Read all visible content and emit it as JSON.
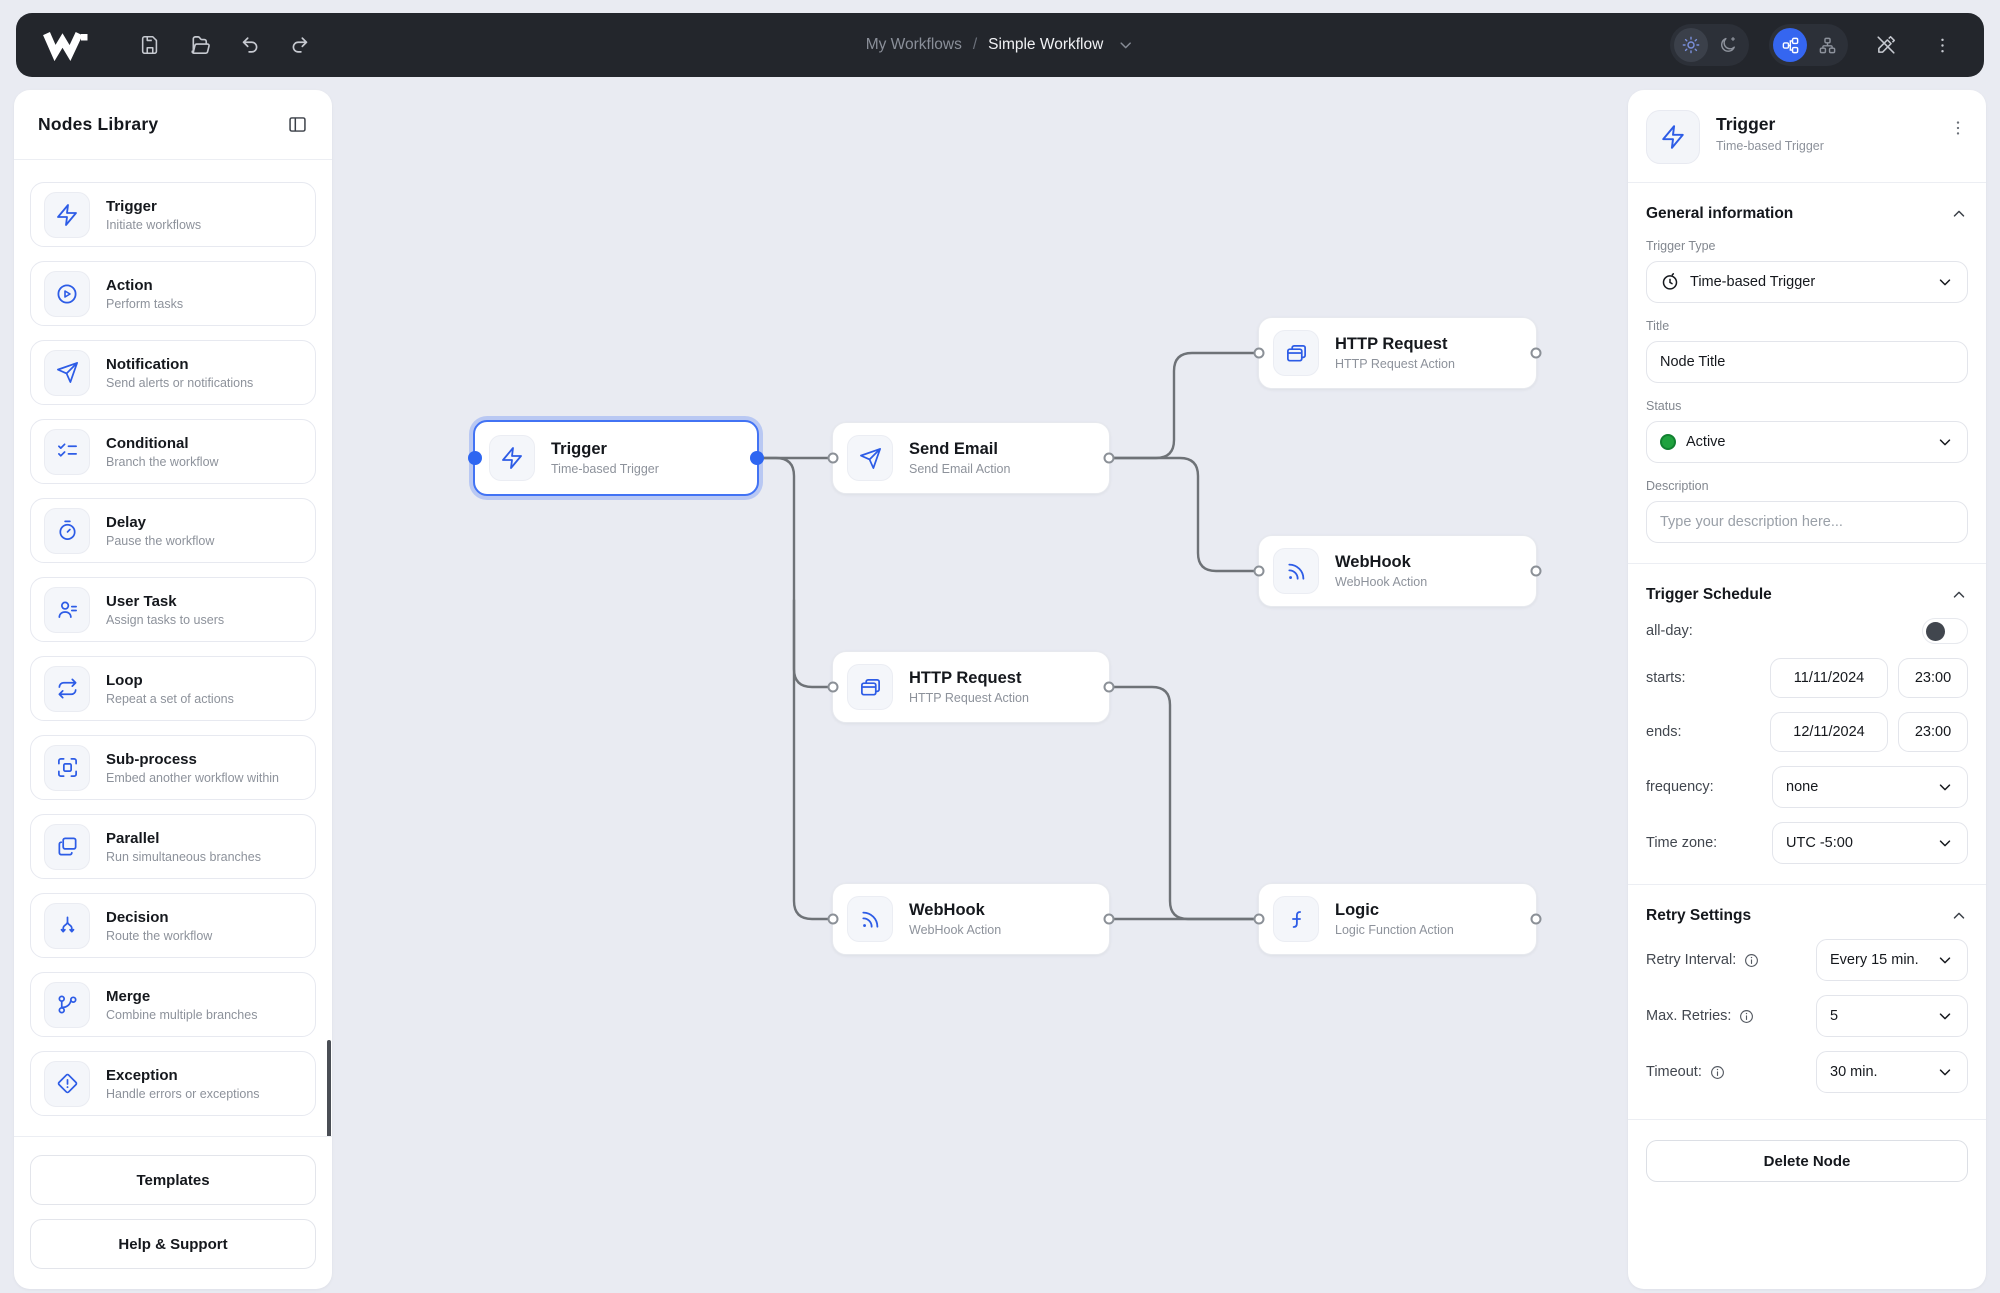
{
  "topbar": {
    "breadcrumb": {
      "parent": "My Workflows",
      "separator": "/",
      "current": "Simple Workflow"
    }
  },
  "sidebar": {
    "title": "Nodes Library",
    "items": [
      {
        "label": "Trigger",
        "desc": "Initiate workflows",
        "icon": "zap-icon"
      },
      {
        "label": "Action",
        "desc": "Perform tasks",
        "icon": "play-circle-icon"
      },
      {
        "label": "Notification",
        "desc": "Send alerts or notifications",
        "icon": "send-icon"
      },
      {
        "label": "Conditional",
        "desc": "Branch the workflow",
        "icon": "checklist-icon"
      },
      {
        "label": "Delay",
        "desc": "Pause the workflow",
        "icon": "timer-icon"
      },
      {
        "label": "User Task",
        "desc": "Assign tasks to users",
        "icon": "user-task-icon"
      },
      {
        "label": "Loop",
        "desc": "Repeat a set of actions",
        "icon": "loop-icon"
      },
      {
        "label": "Sub-process",
        "desc": "Embed another workflow within",
        "icon": "subprocess-icon"
      },
      {
        "label": "Parallel",
        "desc": "Run simultaneous branches",
        "icon": "parallel-icon"
      },
      {
        "label": "Decision",
        "desc": "Route the workflow",
        "icon": "decision-icon"
      },
      {
        "label": "Merge",
        "desc": "Combine multiple branches",
        "icon": "merge-icon"
      },
      {
        "label": "Exception",
        "desc": "Handle errors or exceptions",
        "icon": "exception-icon"
      }
    ],
    "footer": {
      "templates": "Templates",
      "help": "Help & Support"
    }
  },
  "canvas": {
    "nodes": [
      {
        "title": "Trigger",
        "subtitle": "Time-based Trigger",
        "selected": true,
        "icon": "zap-icon"
      },
      {
        "title": "Send Email",
        "subtitle": "Send Email Action",
        "selected": false,
        "icon": "send-icon"
      },
      {
        "title": "HTTP Request",
        "subtitle": "HTTP Request Action",
        "selected": false,
        "icon": "window-icon"
      },
      {
        "title": "WebHook",
        "subtitle": "WebHook Action",
        "selected": false,
        "icon": "rss-icon"
      },
      {
        "title": "HTTP Request",
        "subtitle": "HTTP Request Action",
        "selected": false,
        "icon": "window-icon"
      },
      {
        "title": "WebHook",
        "subtitle": "WebHook Action",
        "selected": false,
        "icon": "rss-icon"
      },
      {
        "title": "Logic",
        "subtitle": "Logic Function Action",
        "selected": false,
        "icon": "function-icon"
      }
    ]
  },
  "inspector": {
    "header": {
      "title": "Trigger",
      "subtitle": "Time-based Trigger"
    },
    "general": {
      "section_title": "General information",
      "trigger_type_label": "Trigger Type",
      "trigger_type_value": "Time-based Trigger",
      "title_label": "Title",
      "title_value": "Node Title",
      "status_label": "Status",
      "status_value": "Active",
      "description_label": "Description",
      "description_placeholder": "Type your description here..."
    },
    "schedule": {
      "section_title": "Trigger Schedule",
      "all_day_label": "all-day:",
      "all_day_on": false,
      "starts_label": "starts:",
      "starts_date": "11/11/2024",
      "starts_time": "23:00",
      "ends_label": "ends:",
      "ends_date": "12/11/2024",
      "ends_time": "23:00",
      "frequency_label": "frequency:",
      "frequency_value": "none",
      "timezone_label": "Time zone:",
      "timezone_value": "UTC -5:00"
    },
    "retry": {
      "section_title": "Retry Settings",
      "interval_label": "Retry Interval:",
      "interval_value": "Every 15 min.",
      "max_label": "Max. Retries:",
      "max_value": "5",
      "timeout_label": "Timeout:",
      "timeout_value": "30 min."
    },
    "delete_button": "Delete Node"
  },
  "colors": {
    "accent": "#3566f0",
    "topbar_bg": "#23262c",
    "canvas_bg": "#e9ebf2",
    "status_active": "#1fa23e",
    "edge": "#6e7277",
    "selected_ring": "#9cb7f8"
  }
}
